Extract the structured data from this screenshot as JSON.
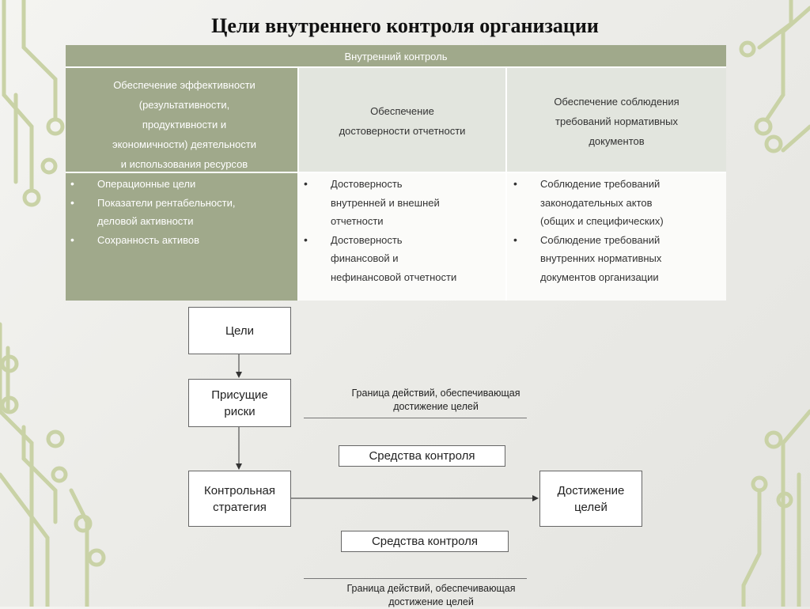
{
  "title": "Цели внутреннего контроля организации",
  "table": {
    "header": "Внутренний контроль",
    "columns": [
      {
        "heading": [
          "Обеспечение эффективности",
          "(результативности,",
          "продуктивности и",
          "экономичности) деятельности",
          "и использования ресурсов"
        ],
        "items": [
          "Операционные цели",
          "Показатели рентабельности,",
          "деловой активности",
          "Сохранность активов"
        ]
      },
      {
        "heading": [
          "Обеспечение",
          "достоверности отчетности"
        ],
        "items": [
          "Достоверность",
          "внутренней и внешней",
          "отчетности",
          "Достоверность",
          "финансовой и",
          "нефинансовой отчетности"
        ]
      },
      {
        "heading": [
          "Обеспечение соблюдения",
          "требований нормативных",
          "документов"
        ],
        "items": [
          "Соблюдение требований",
          "законодательных актов",
          "(общих и специфических)",
          "Соблюдение требований",
          "внутренних нормативных",
          "документов организации"
        ]
      }
    ]
  },
  "flow": {
    "goals": "Цели",
    "risks": [
      "Присущие",
      "риски"
    ],
    "strategy": [
      "Контрольная",
      "стратегия"
    ],
    "achievement": [
      "Достижение",
      "целей"
    ],
    "controls_top": "Средства контроля",
    "controls_bottom": "Средства контроля",
    "boundary_top": [
      "Граница действий, обеспечивающая",
      "достижение целей"
    ],
    "boundary_bottom": [
      "Граница действий, обеспечивающая",
      "достижение целей"
    ]
  },
  "colors": {
    "table_dark": "#a0a98b",
    "table_light": "#e2e5de",
    "decor": "#c9d2a6"
  }
}
